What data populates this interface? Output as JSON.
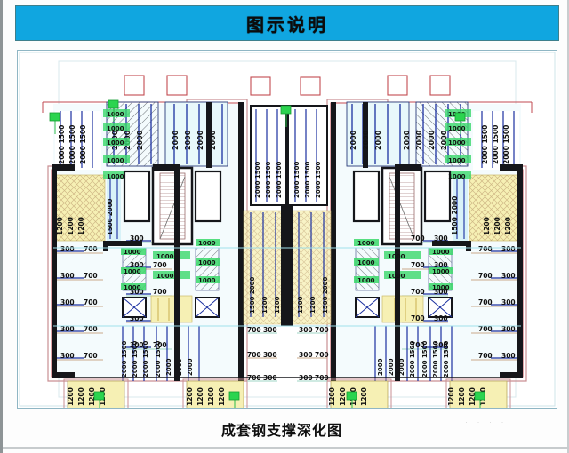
{
  "header": {
    "title": "图示说明",
    "banner_color": "#10a6e0",
    "banner_border_color": "#3e7f8c"
  },
  "figure": {
    "caption": "成套钢支撑深化图",
    "watermark": "· ·   · ·",
    "frame_border_color": "#8fb6c4",
    "background": "#ffffff"
  },
  "drawing": {
    "type": "cad-floor-plan",
    "description": "成套钢支撑深化图 — 对称双单元住宅标准层平面，含钢支撑排布、尺寸标注与阳台、楼梯间",
    "palette": {
      "wall_black": "#15161a",
      "outline_red": "#c24a50",
      "dim_blue": "#1a2fa0",
      "text_black": "#111111",
      "fill_yellow": "#f6f0b4",
      "fill_cyan": "#cdf0f5",
      "accent_green": "#23c23a",
      "hatch_grey": "#5a6068",
      "light_blue": "#bfe4ef",
      "pale_tan": "#f2e2cf"
    },
    "dimension_labels": {
      "d2000": "2000",
      "d1500": "1500",
      "d1200": "1200",
      "d1000": "1000",
      "d700": "700",
      "d300": "300",
      "d200": "200"
    },
    "left_column_dims": [
      "2000 1500",
      "2000 1500",
      "2000 1500"
    ],
    "left_balcony_dims": [
      "1200",
      "1200",
      "1200"
    ],
    "left_row_pairs": [
      [
        "300",
        "700"
      ],
      [
        "300",
        "700"
      ],
      [
        "300",
        "700"
      ],
      [
        "300",
        "700"
      ],
      [
        "300",
        "700"
      ],
      [
        "300",
        "700"
      ],
      [
        "300",
        "700"
      ],
      [
        "300",
        "700"
      ]
    ],
    "right_row_pairs": [
      [
        "700",
        "300"
      ],
      [
        "700",
        "300"
      ],
      [
        "700",
        "300"
      ],
      [
        "700",
        "300"
      ],
      [
        "700",
        "300"
      ],
      [
        "700",
        "300"
      ],
      [
        "700",
        "300"
      ],
      [
        "700",
        "300"
      ]
    ],
    "top_hatch_dims": [
      "2000",
      "2000",
      "2000"
    ],
    "top_right_dims": [
      "2000 1500",
      "2000 1500",
      "2000 1500",
      "2000 1500"
    ],
    "stair_dims": [
      "1000",
      "1000",
      "1000",
      "1000"
    ],
    "bottom_balconies": [
      {
        "label": "1200",
        "count": 4
      },
      {
        "label": "1200",
        "count": 4
      },
      {
        "label": "1200",
        "count": 4
      },
      {
        "label": "1200",
        "count": 4
      }
    ],
    "side_labels_1000": [
      "1000",
      "1000",
      "1000",
      "1000",
      "1000",
      "1000"
    ],
    "markers": {
      "flag_icon": "green-leader-flag",
      "count": 6
    }
  }
}
